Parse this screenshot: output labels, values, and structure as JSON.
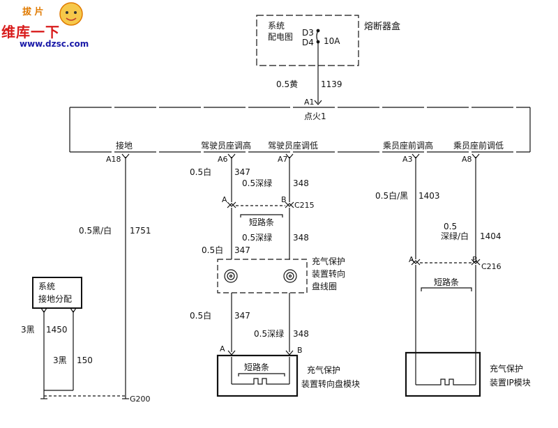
{
  "watermark": {
    "brand_top": "拔 片",
    "brand_cn": "维库一下",
    "url": "www.dzsc.com"
  },
  "fuse_box": {
    "line1": "系统",
    "line2": "配电图",
    "d3": "D3",
    "d4": "D4",
    "rating": "10A",
    "title": "熔断器盒"
  },
  "ignition": {
    "wire_size": "0.5黄",
    "wire_num": "1139",
    "pin": "A1",
    "label": "点火1"
  },
  "harness": {
    "ground": "接地",
    "driver_up": "驾驶员座调高",
    "driver_down": "驾驶员座调低",
    "pass_up": "乘员座前调高",
    "pass_down": "乘员座前调低"
  },
  "pins": {
    "a18": "A18",
    "a6": "A6",
    "a7": "A7",
    "a3": "A3",
    "a8": "A8"
  },
  "wires": {
    "w1751_size": "0.5黑/白",
    "w1751_num": "1751",
    "w347_size": "0.5白",
    "w347_num": "347",
    "w348_size": "0.5深绿",
    "w348_num": "348",
    "w1403_size": "0.5白/黑",
    "w1403_num": "1403",
    "w1404_size1": "0.5",
    "w1404_size2": "深绿/白",
    "w1404_num": "1404",
    "w1450_size": "3黑",
    "w1450_num": "1450",
    "w150_size": "3黑",
    "w150_num": "150"
  },
  "connectors": {
    "a": "A",
    "b": "B",
    "c215": "C215",
    "c216": "C216"
  },
  "shorting_bar": "短路条",
  "clockspring": {
    "l1": "充气保护",
    "l2": "装置转向",
    "l3": "盘线圈"
  },
  "steering_module": {
    "l1": "充气保护",
    "l2": "装置转向盘模块"
  },
  "ip_module": {
    "l1": "充气保护",
    "l2": "装置IP模块"
  },
  "ground_dist": {
    "l1": "系统",
    "l2": "接地分配"
  },
  "ground_point": "G200"
}
